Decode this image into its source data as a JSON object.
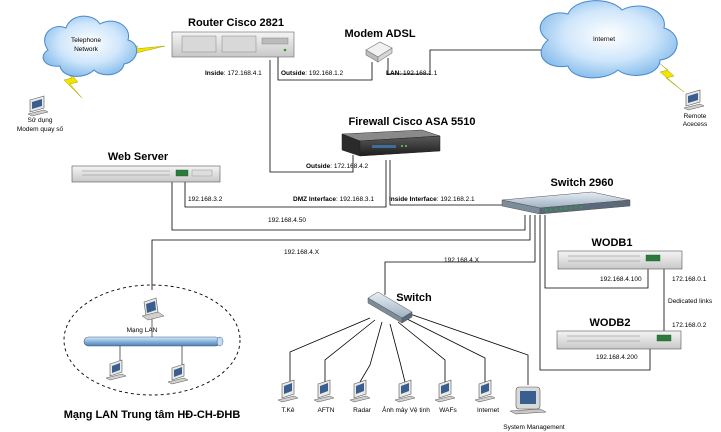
{
  "router": {
    "title": "Router Cisco 2821",
    "inside": "Inside",
    "inside_ip": "172.168.4.1",
    "outside": "Outside",
    "outside_ip": "192.168.1.2"
  },
  "modem": {
    "title": "Modem ADSL",
    "lan": "LAN",
    "lan_ip": "192.168.1.1"
  },
  "firewall": {
    "title": "Firewall Cisco ASA 5510",
    "outside": "Outside",
    "outside_ip": "172.168.4.2",
    "dmz": "DMZ Interface",
    "dmz_ip": "192.168.3.1",
    "inside": "Inside Interface",
    "inside_ip": "192.168.2.1"
  },
  "telephone": {
    "label_1": "Telephone",
    "label_2": "Network"
  },
  "internet": {
    "label": "Internet"
  },
  "dialup": {
    "label_1": "Sử dụng",
    "label_2": "Modem quay số"
  },
  "remote": {
    "label_1": "Remote",
    "label_2": "Acecess"
  },
  "web_server": {
    "title": "Web Server",
    "ip": "192.168.3.2"
  },
  "switch2960": {
    "title": "Switch 2960"
  },
  "links": {
    "ip_450": "192.168.4.50",
    "ip_4x_left": "192.168.4.X",
    "ip_4x_right": "192.168.4.X",
    "dedicated": "Dedicated links"
  },
  "wodb1": {
    "title": "WODB1",
    "ip_a": "192.168.4.100",
    "ip_b": "172.168.0.1"
  },
  "wodb2": {
    "title": "WODB2",
    "ip_a": "192.168.4.200",
    "ip_b": "172.168.0.2"
  },
  "switch": {
    "title": "Switch"
  },
  "lan": {
    "bus": "Mạng LAN",
    "caption": "Mạng LAN Trung tâm HĐ-CH-ĐHB"
  },
  "clients": [
    "T.Kê",
    "AFTN",
    "Radar",
    "Ảnh mây Vệ tinh",
    "WAFs",
    "Internet",
    "System Management"
  ]
}
